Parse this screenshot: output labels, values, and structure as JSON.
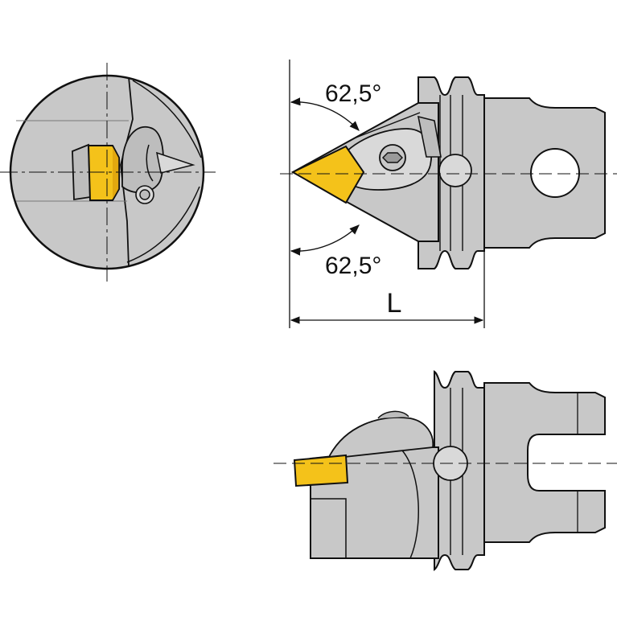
{
  "diagram": {
    "labels": {
      "angle_top": "62,5°",
      "angle_bottom": "62,5°",
      "length": "L"
    },
    "colors": {
      "body": "#c8c8c8",
      "body_light": "#d9d9d9",
      "insert": "#f4c21a",
      "outline": "#111111",
      "background": "#ffffff"
    },
    "icons": [
      "end-view-drawing",
      "top-view-drawing",
      "side-view-drawing"
    ]
  }
}
